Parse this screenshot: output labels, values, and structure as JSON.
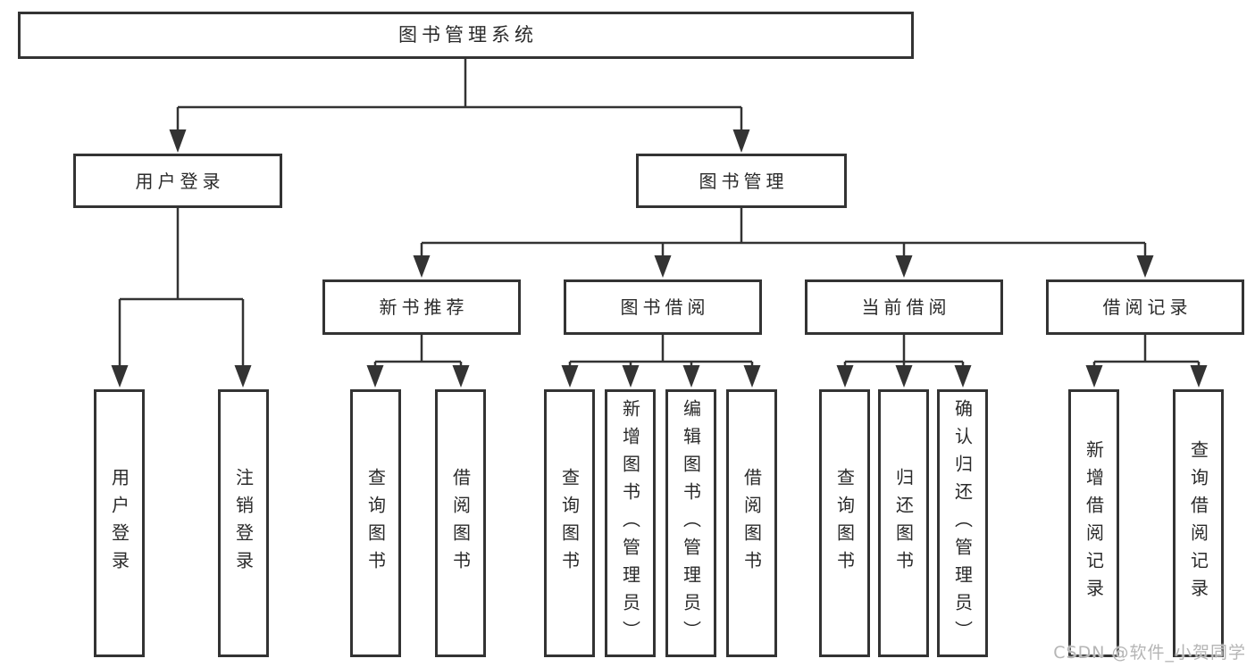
{
  "tree": {
    "label": "图书管理系统",
    "children": [
      {
        "label": "用户登录",
        "children": [
          {
            "label": "用户登录"
          },
          {
            "label": "注销登录"
          }
        ]
      },
      {
        "label": "图书管理",
        "children": [
          {
            "label": "新书推荐",
            "children": [
              {
                "label": "查询图书"
              },
              {
                "label": "借阅图书"
              }
            ]
          },
          {
            "label": "图书借阅",
            "children": [
              {
                "label": "查询图书"
              },
              {
                "label": "新增图书（管理员）"
              },
              {
                "label": "编辑图书（管理员）"
              },
              {
                "label": "借阅图书"
              }
            ]
          },
          {
            "label": "当前借阅",
            "children": [
              {
                "label": "查询图书"
              },
              {
                "label": "归还图书"
              },
              {
                "label": "确认归还（管理员）"
              }
            ]
          },
          {
            "label": "借阅记录",
            "children": [
              {
                "label": "新增借阅记录"
              },
              {
                "label": "查询借阅记录"
              }
            ]
          }
        ]
      }
    ]
  },
  "watermark": {
    "text": "CSDN @软件_小贺同学"
  },
  "colors": {
    "line": "#333333",
    "text": "#2a2a2a",
    "watermark": "#b5b5b5",
    "background": "#ffffff"
  }
}
